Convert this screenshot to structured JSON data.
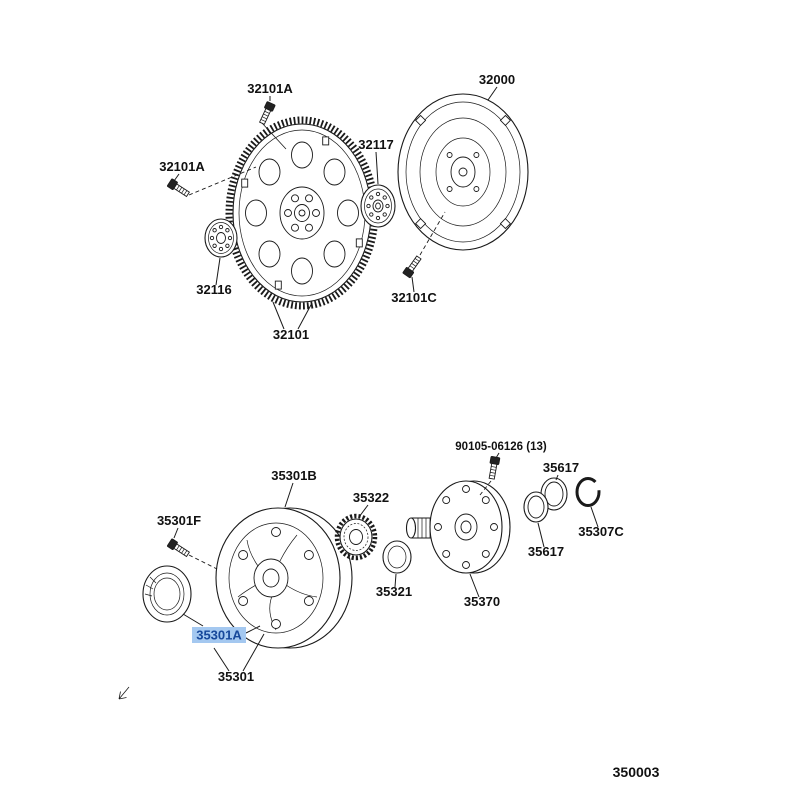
{
  "footer": {
    "diagram_number": "350003"
  },
  "colors": {
    "ink": "#1a1a1a",
    "background": "#ffffff",
    "highlight_bg": "#a4c8f0",
    "highlight_text": "#17489b"
  },
  "selection": {
    "selected_part": "35301A"
  },
  "assemblies": {
    "top": {
      "labels": {
        "bolt_top": "32101A",
        "bolt_left": "32101A",
        "spacer_front": "32117",
        "torque_converter": "32000",
        "spacer_rear": "32116",
        "bolt_converter": "32101C",
        "drive_plate": "32101"
      }
    },
    "bottom": {
      "labels": {
        "pump_bolt": "90105-06126 (13)",
        "oring_upper": "35617",
        "pump_body": "35301B",
        "drive_gear": "35322",
        "body_bolt": "35301F",
        "snap_ring": "35307C",
        "oring_lower": "35617",
        "race": "35321",
        "pump_cover": "35370",
        "oil_seal": "35301A",
        "pump_assy": "35301"
      }
    }
  }
}
